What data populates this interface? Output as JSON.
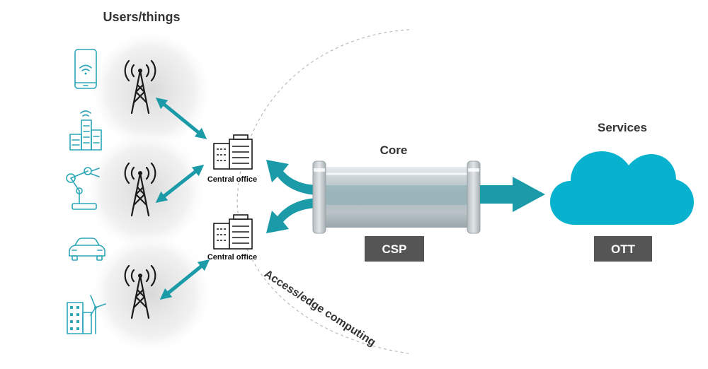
{
  "labels": {
    "users_things": "Users/things",
    "core": "Core",
    "services": "Services",
    "central_office_1": "Central office",
    "central_office_2": "Central office",
    "csp": "CSP",
    "ott": "OTT",
    "access_edge": "Access/edge computing"
  },
  "icons": {
    "devices": [
      "smartphone-icon",
      "smart-building-icon",
      "robot-arm-icon",
      "car-icon",
      "city-wind-turbine-icon"
    ],
    "towers": [
      "cell-tower-icon",
      "cell-tower-icon",
      "cell-tower-icon"
    ],
    "offices": [
      "central-office-icon",
      "central-office-icon"
    ],
    "cloud": "cloud-icon"
  },
  "colors": {
    "accent": "#1b9aa8",
    "cloud": "#08b2cf",
    "label_box": "#555555",
    "heading": "#333333",
    "device_icon": "#2aa6b8"
  }
}
